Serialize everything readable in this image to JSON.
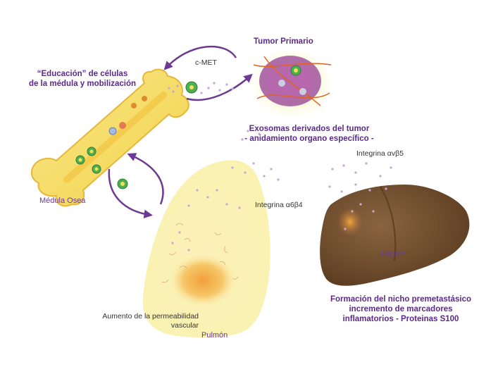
{
  "title_tumor": "Tumor Primario",
  "label_cmet": "c-MET",
  "title_education_l1": "“Educación” de células",
  "title_education_l2": "de la médula y mobilización",
  "title_exosomes_l1": "Exosomas derivados del tumor",
  "title_exosomes_l2": "- anidamiento organo específico -",
  "label_integrin_avb5": "Integrina αvβ5",
  "label_integrin_a6b4": "Integrina α6β4",
  "label_bone_marrow": "Médula Osea",
  "label_liver": "Hígado",
  "label_lung": "Pulmón",
  "label_permeability_l1": "Aumento de la permeabilidad",
  "label_permeability_l2": "vascular",
  "title_niche_l1": "Formación del nicho premetastásico",
  "title_niche_l2": "incremento de marcadores",
  "title_niche_l3": "inflamatorios - Proteinas S100",
  "colors": {
    "heading_purple": "#5b2a86",
    "arrow_purple": "#6d3a93",
    "bone_yellow": "#f6e26b",
    "lung_yellow": "#fbf3b0",
    "liver_brown": "#6b4a2a",
    "cell_green": "#4caf50",
    "exosome_lilac": "#c9a6d9"
  }
}
